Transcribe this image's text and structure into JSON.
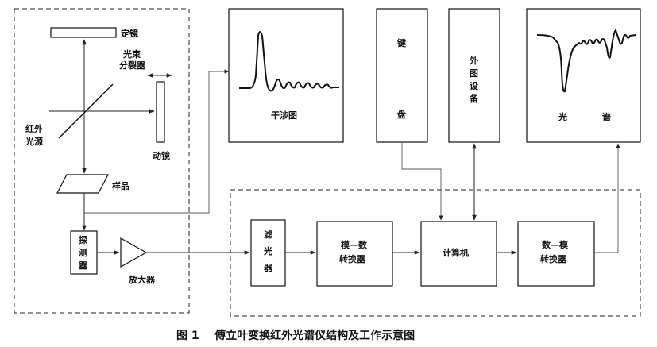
{
  "optics": {
    "fixed_mirror": "定镜",
    "beam_splitter_line1": "光束",
    "beam_splitter_line2": "分裂器",
    "ir_source_line1": "红外",
    "ir_source_line2": "光源",
    "moving_mirror": "动镜",
    "sample": "样品",
    "detector": [
      "探",
      "测",
      "器"
    ],
    "amplifier": "放大器"
  },
  "displays": {
    "interferogram": "干涉图",
    "keyboard": [
      "键",
      "盘"
    ],
    "peripheral": [
      "外",
      "图",
      "设",
      "备"
    ],
    "spectrum": [
      "光",
      "谱"
    ]
  },
  "processing": {
    "filter": [
      "滤",
      "光",
      "器"
    ],
    "ad_converter_line1": "模—数",
    "ad_converter_line2": "转换器",
    "computer": "计算机",
    "da_converter_line1": "数—模",
    "da_converter_line2": "转换器"
  },
  "caption": "图 1    傅立叶变换红外光谱仪结构及工作示意图"
}
